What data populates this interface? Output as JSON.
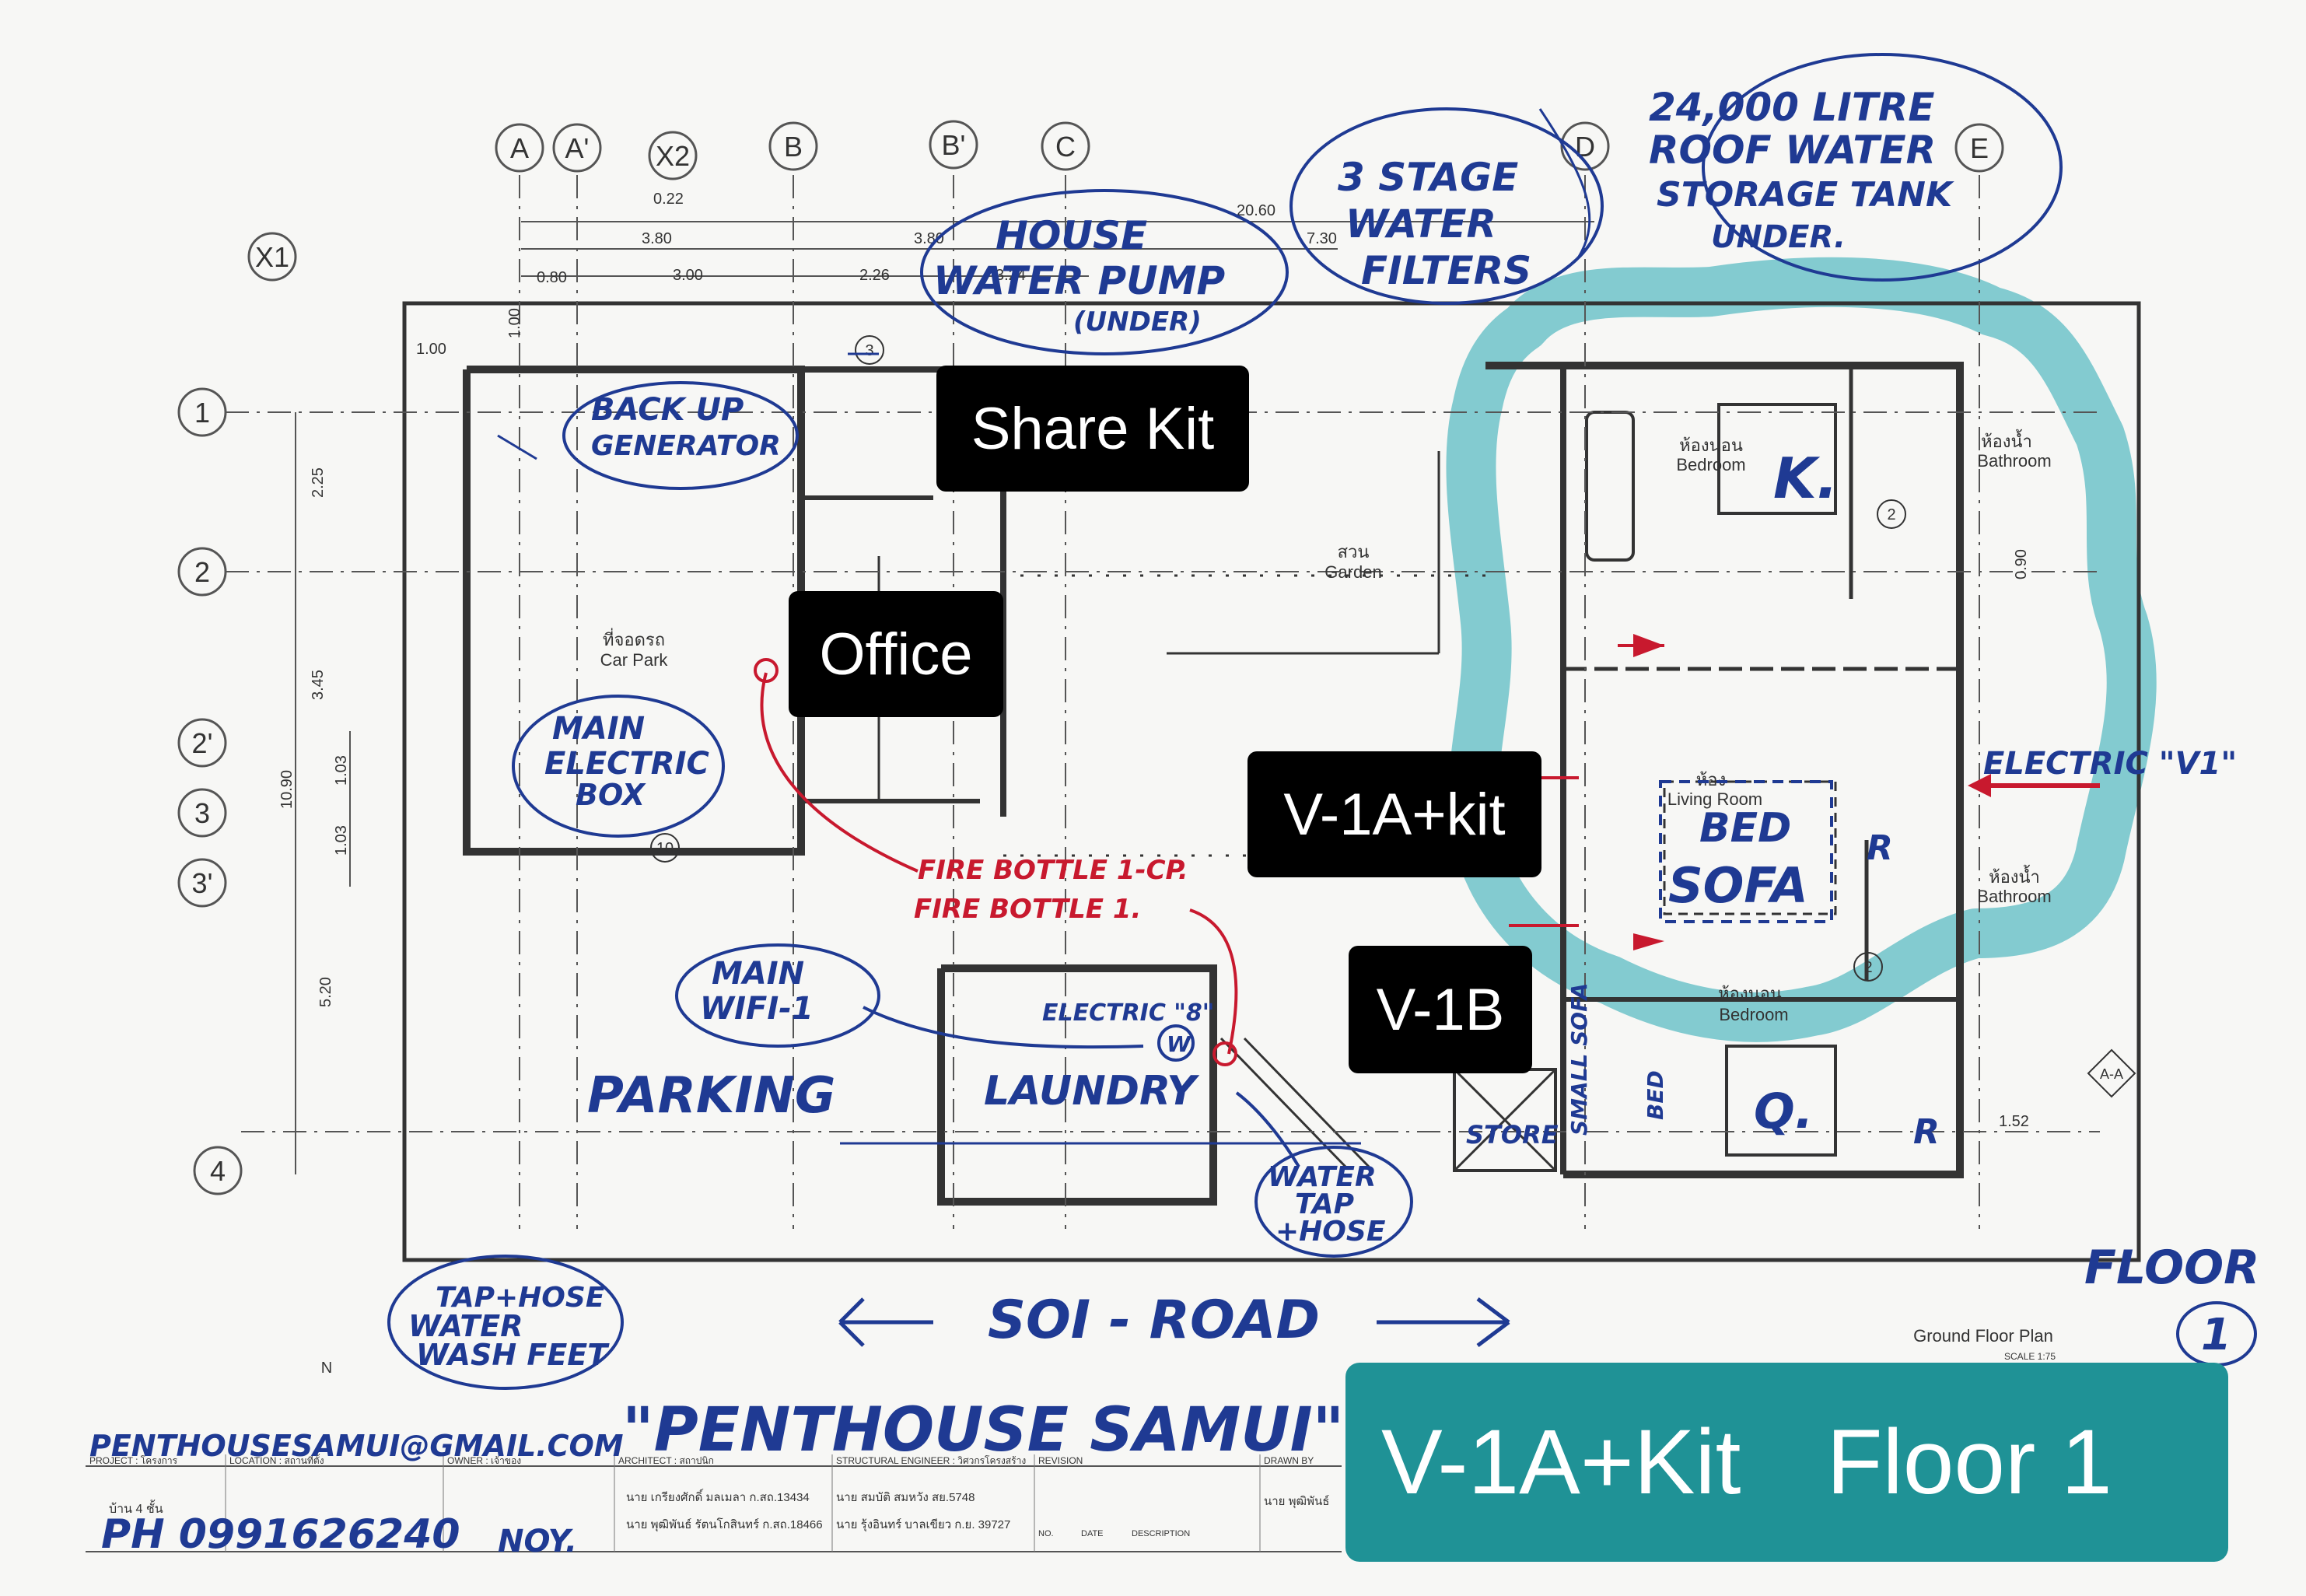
{
  "grid": {
    "columns": [
      "A",
      "A'",
      "X2",
      "B",
      "B'",
      "C",
      "D",
      "E"
    ],
    "rows": [
      "1",
      "2",
      "2'",
      "3",
      "3'",
      "4"
    ],
    "diag": "X1"
  },
  "dimensions": {
    "top": [
      "20.60",
      "3.80",
      "3.80",
      "7.30",
      "0.80",
      "3.00",
      "2.26",
      "3.24",
      "0.22",
      "1.00",
      "1.00"
    ],
    "left": [
      "2.25",
      "3.45",
      "10.90",
      "1.03",
      "1.03",
      "5.20"
    ],
    "right": [
      "0.90",
      "1.52"
    ]
  },
  "printed_labels": {
    "car_park_th": "ที่จอดรถ",
    "car_park": "Car Park",
    "garden_th": "สวน",
    "garden": "Garden",
    "bedroom_th": "ห้องนอน",
    "bedroom": "Bedroom",
    "bathroom_th": "ห้องน้ำ",
    "bathroom": "Bathroom",
    "living_room_th": "ห้อง",
    "living_room": "Living Room",
    "section": "A-A",
    "plan_title": "Ground Floor Plan",
    "scale": "SCALE 1:75",
    "circle_3": "3",
    "circle_10": "10",
    "circle_2": "2",
    "north": "N"
  },
  "handwritten": {
    "water_tank": [
      "24,000 LITRE",
      "ROOF WATER",
      "STORAGE TANK",
      "UNDER."
    ],
    "filters": [
      "3 STAGE",
      "WATER",
      "FILTERS"
    ],
    "pump": [
      "HOUSE",
      "WATER PUMP",
      "(UNDER)"
    ],
    "generator": [
      "BACK UP",
      "GENERATOR"
    ],
    "electric_box": [
      "MAIN",
      "ELECTRIC",
      "BOX"
    ],
    "fire_bottle_1": "FIRE BOTTLE 1-CP.",
    "fire_bottle_2": "FIRE BOTTLE 1.",
    "wifi": [
      "MAIN",
      "WIFI-1"
    ],
    "electric_8": "ELECTRIC \"8\"",
    "w_mark": "W",
    "laundry": "LAUNDRY",
    "parking": "PARKING",
    "water_tap": [
      "WATER",
      "TAP",
      "+HOSE"
    ],
    "store": "STORE",
    "small_sofa": "SMALL SOFA",
    "bed_small": "BED",
    "queen": "Q.",
    "king": "K.",
    "bed": "BED",
    "sofa": "SOFA",
    "r_mark": "R",
    "electric_v1": "ELECTRIC \"V1\"",
    "floor": "FLOOR",
    "floor_num": "1",
    "tap_hose": [
      "TAP+HOSE",
      "WATER",
      "WASH FEET"
    ],
    "road": "SOI - ROAD",
    "title": "\"PENTHOUSE SAMUI\"",
    "email": "PENTHOUSESAMUI@GMAIL.COM",
    "phone": "PH 0991626240",
    "name": "NOY."
  },
  "title_block": {
    "project": "PROJECT : โครงการ",
    "location": "LOCATION : สถานที่ตั้ง",
    "owner": "OWNER : เจ้าของ",
    "architect": "ARCHITECT : สถาปนิก",
    "structural": "STRUCTURAL ENGINEER : วิศวกรโครงสร้าง",
    "revision": "REVISION",
    "drawn_by": "DRAWN BY",
    "house": "บ้าน 4 ชั้น",
    "arch1": "นาย เกรียงศักดิ์  มลเมลา ก.สถ.13434",
    "arch2": "นาย พุฒิพันธ์  รัตนโกสินทร์ ก.สถ.18466",
    "eng1": "นาย สมบัติ  สมหวัง สย.5748",
    "eng2": "นาย รุ้งอินทร์ บาลเขียว ก.ย. 39727",
    "no": "NO.",
    "date": "DATE",
    "description": "DESCRIPTION",
    "drawer": "นาย พุฒิพันธ์"
  },
  "overlays": {
    "share_kit": "Share Kit",
    "office": "Office",
    "v1a_kit": "V-1A+kit",
    "v1b": "V-1B"
  },
  "banner": {
    "left": "V-1A+Kit",
    "right": "Floor 1"
  },
  "colors": {
    "ink_blue": "#1f3a93",
    "ink_red": "#c8192e",
    "teal_highlight": "#6fc3c9",
    "banner": "#1f9296"
  }
}
